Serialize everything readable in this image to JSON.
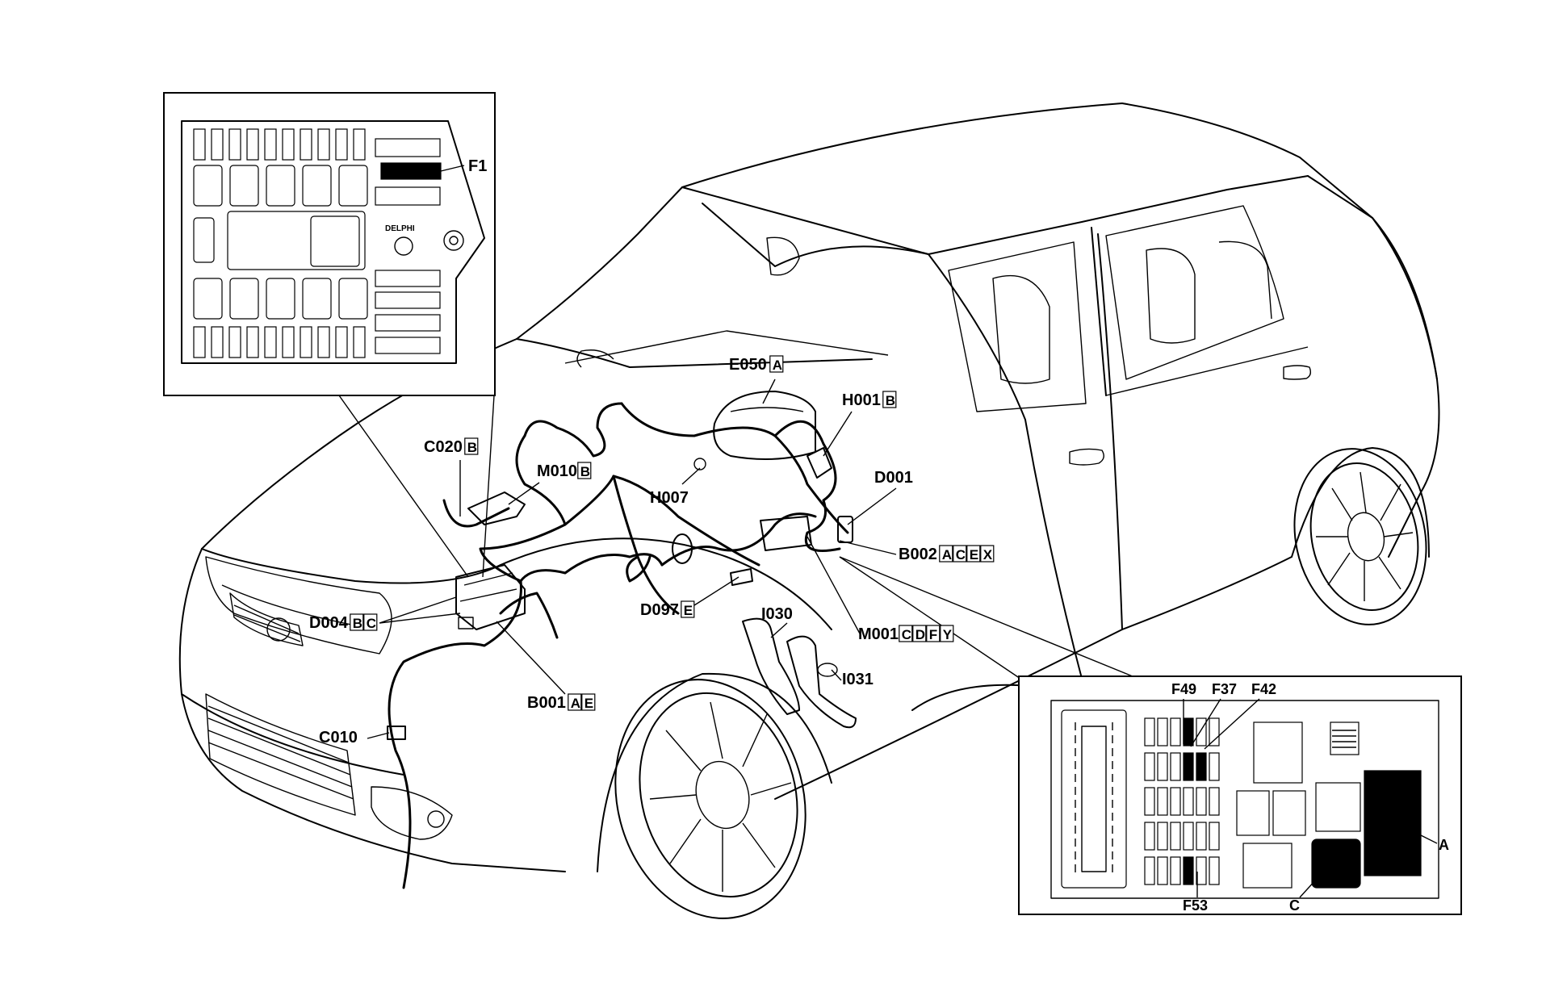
{
  "inset_top": {
    "fuse_label": "F1",
    "brand_text": "DELPHI"
  },
  "inset_bottom": {
    "fuse_labels": [
      "F49",
      "F37",
      "F42",
      "F53"
    ],
    "relay_labels": [
      "A",
      "C"
    ]
  },
  "components": [
    {
      "code": "E050",
      "letters": [
        "A"
      ]
    },
    {
      "code": "H001",
      "letters": [
        "B"
      ]
    },
    {
      "code": "C020",
      "letters": [
        "B"
      ]
    },
    {
      "code": "M010",
      "letters": [
        "B"
      ]
    },
    {
      "code": "H007",
      "letters": []
    },
    {
      "code": "D001",
      "letters": []
    },
    {
      "code": "B002",
      "letters": [
        "A",
        "C",
        "E",
        "X"
      ]
    },
    {
      "code": "D097",
      "letters": [
        "E"
      ]
    },
    {
      "code": "D004",
      "letters": [
        "B",
        "C"
      ]
    },
    {
      "code": "I030",
      "letters": []
    },
    {
      "code": "M001",
      "letters": [
        "C",
        "D",
        "F",
        "Y"
      ]
    },
    {
      "code": "I031",
      "letters": []
    },
    {
      "code": "B001",
      "letters": [
        "A",
        "E"
      ]
    },
    {
      "code": "C010",
      "letters": []
    }
  ]
}
